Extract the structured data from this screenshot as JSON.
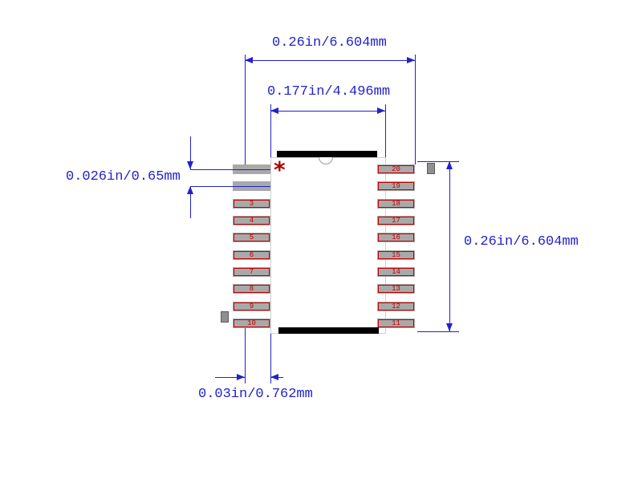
{
  "annotations": {
    "top_width": "0.26in/6.604mm",
    "inner_width": "0.177in/4.496mm",
    "pin_pitch": "0.026in/0.65mm",
    "side_height": "0.26in/6.604mm",
    "pad_offset": "0.03in/0.762mm"
  },
  "pin1_marker": "*",
  "pins": {
    "left_visible_labels": [
      "3",
      "4",
      "5",
      "6",
      "7",
      "8",
      "9",
      "10"
    ],
    "right_labels": [
      "20",
      "19",
      "18",
      "17",
      "16",
      "15",
      "14",
      "13",
      "12",
      "11"
    ]
  },
  "colors": {
    "dimension_blue": "#2222cc",
    "pad_gray": "#a9a9a9",
    "outline_red": "#c00000",
    "body_bar_black": "#000000"
  }
}
